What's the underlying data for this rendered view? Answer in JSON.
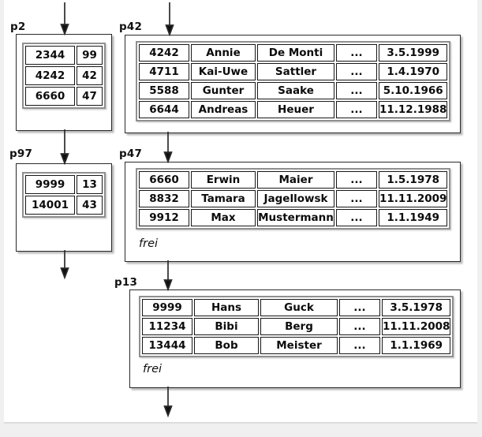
{
  "pages": {
    "p2": {
      "label": "p2",
      "rows": [
        [
          "2344",
          "99"
        ],
        [
          "4242",
          "42"
        ],
        [
          "6660",
          "47"
        ]
      ]
    },
    "p97": {
      "label": "p97",
      "rows": [
        [
          "9999",
          "13"
        ],
        [
          "14001",
          "43"
        ]
      ]
    },
    "p42": {
      "label": "p42",
      "rows": [
        [
          "4242",
          "Annie",
          "De Monti",
          "...",
          "3.5.1999"
        ],
        [
          "4711",
          "Kai-Uwe",
          "Sattler",
          "...",
          "1.4.1970"
        ],
        [
          "5588",
          "Gunter",
          "Saake",
          "...",
          "5.10.1966"
        ],
        [
          "6644",
          "Andreas",
          "Heuer",
          "...",
          "11.12.1988"
        ]
      ]
    },
    "p47": {
      "label": "p47",
      "free_label": "frei",
      "rows": [
        [
          "6660",
          "Erwin",
          "Maier",
          "...",
          "1.5.1978"
        ],
        [
          "8832",
          "Tamara",
          "Jagellowsk",
          "...",
          "11.11.2009"
        ],
        [
          "9912",
          "Max",
          "Mustermann",
          "...",
          "1.1.1949"
        ]
      ]
    },
    "p13": {
      "label": "p13",
      "free_label": "frei",
      "rows": [
        [
          "9999",
          "Hans",
          "Guck",
          "...",
          "3.5.1978"
        ],
        [
          "11234",
          "Bibi",
          "Berg",
          "...",
          "11.11.2008"
        ],
        [
          "13444",
          "Bob",
          "Meister",
          "...",
          "1.1.1969"
        ]
      ]
    }
  },
  "colors": {
    "slide_background": "#ffffff",
    "margin_background": "#f0f0f0",
    "box_border": "#2a2a2a",
    "table_frame": "#8f8f8f",
    "cell_border": "#171717",
    "arrow": "#2b2b2b"
  }
}
